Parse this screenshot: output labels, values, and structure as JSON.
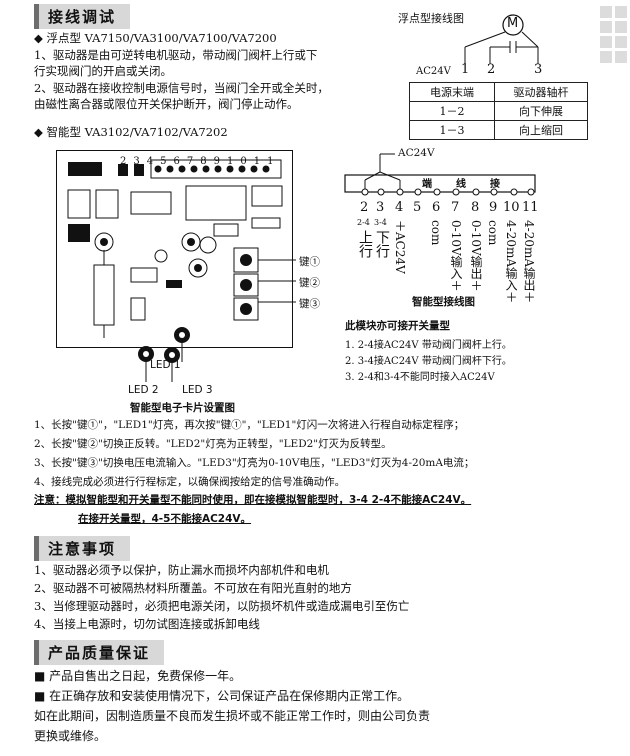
{
  "section_wiring": {
    "title": "接线调试",
    "float_type_heading": "◆ 浮点型 VA7150/VA3100/VA7100/VA7200",
    "float_items": [
      "1、驱动器是由可逆转电机驱动，带动阀门阀杆上行或下",
      "   行实现阀门的开启或关闭。",
      "2、驱动器在接收控制电源信号时，当阀门全开或全关时，",
      "   由磁性离合器或限位开关保护断开，阀门停止动作。"
    ],
    "smart_type_heading": "◆ 智能型 VA3102/VA7102/VA7202"
  },
  "float_diagram": {
    "title": "浮点型接线图",
    "motor_label": "M",
    "ac_label": "AC24V",
    "terminals": [
      "1",
      "2",
      "3"
    ],
    "table_header": [
      "电源末端",
      "驱动器轴杆"
    ],
    "table_rows": [
      [
        "1－2",
        "向下伸展"
      ],
      [
        "1－3",
        "向上缩回"
      ]
    ]
  },
  "pcb": {
    "top_numbers": [
      "2",
      "3",
      "4",
      "5",
      "6",
      "7",
      "8",
      "9",
      "10",
      "11"
    ],
    "keys": [
      "键①",
      "键②",
      "键③"
    ],
    "led_labels": [
      "LED 1",
      "LED 2",
      "LED 3"
    ],
    "caption": "智能型电子卡片设置图"
  },
  "smart_diagram": {
    "ac_label": "AC24V",
    "groups": [
      "端",
      "线",
      "接"
    ],
    "terminals": [
      "2",
      "3",
      "4",
      "5",
      "6",
      "7",
      "8",
      "9",
      "10",
      "11"
    ],
    "short_labels": [
      "2-4",
      "3-4"
    ],
    "up_down": [
      "上行",
      "下行"
    ],
    "vertical_labels": [
      "＋AC24V",
      "com",
      "0-10V输入＋",
      "0-10V输出＋",
      "com",
      "4-20mA输入＋",
      "4-20mA输出＋"
    ],
    "caption": "智能型接线图"
  },
  "switch_note": {
    "title": "此模块亦可接开关量型",
    "items": [
      "1. 2-4接AC24V 带动阀门阀杆上行。",
      "2. 3-4接AC24V 带动阀门阀杆下行。",
      "3. 2-4和3-4不能同时接入AC24V"
    ]
  },
  "instructions": [
    "1、长按\"键①\"，\"LED1\"灯亮，再次按\"键①\"，\"LED1\"灯闪一次将进入行程自动标定程序；",
    "2、长按\"键②\"切换正反转。\"LED2\"灯亮为正转型，\"LED2\"灯灭为反转型。",
    "3、长按\"键③\"切换电压电流输入。\"LED3\"灯亮为0-10V电压，\"LED3\"灯灭为4-20mA电流；",
    "4、接线完成必须进行行程标定，以确保阀按给定的信号准确动作。"
  ],
  "warning": {
    "line1": "注意：模拟智能型和开关量型不能同时使用，即在接模拟智能型时，3-4  2-4不能接AC24V。",
    "line2": "在接开关量型，4-5不能接AC24V。"
  },
  "section_notes": {
    "title": "注意事项",
    "items": [
      "1、驱动器必须予以保护，防止漏水而损坏内部机件和电机",
      "2、驱动器不可被隔热材料所覆盖。不可放在有阳光直射的地方",
      "3、当修理驱动器时，必须把电源关闭，以防损坏机件或造成漏电引至伤亡",
      "4、当接上电源时，切勿试图连接或拆卸电线"
    ]
  },
  "section_warranty": {
    "title": "产品质量保证",
    "items": [
      "■ 产品自售出之日起，免费保修一年。",
      "■ 在正确存放和安装使用情况下，公司保证产品在保修期内正常工作。",
      "   如在此期间，因制造质量不良而发生损坏或不能正常工作时，则由公司负责",
      "   更换或维修。"
    ]
  }
}
